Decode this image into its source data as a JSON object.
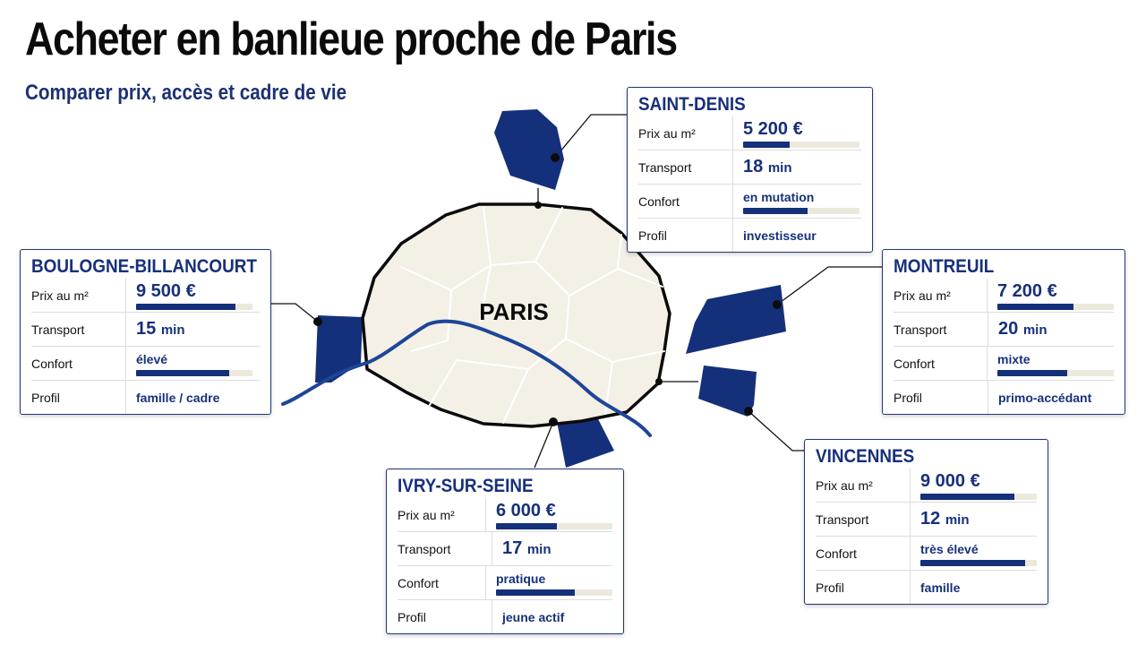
{
  "header": {
    "title": "Acheter en banlieue proche de Paris",
    "subtitle": "Comparer prix, accès et cadre de vie"
  },
  "map": {
    "center_label": "PARIS"
  },
  "colors": {
    "accent": "#15307a",
    "paris_fill": "#f4f0e6",
    "bar_track": "#ede8dc",
    "text_dark": "#0b0b0b"
  },
  "labels": {
    "price": "Prix au m²",
    "transport": "Transport",
    "comfort": "Confort",
    "profile": "Profil"
  },
  "cities": [
    {
      "name": "SAINT-DENIS",
      "price": "5 200 €",
      "price_level": 0.4,
      "transport_value": "18",
      "transport_unit": "min",
      "comfort": "en mutation",
      "comfort_level": 0.55,
      "profile": "investisseur"
    },
    {
      "name": "BOULOGNE-BILLANCOURT",
      "price": "9 500 €",
      "price_level": 0.85,
      "transport_value": "15",
      "transport_unit": "min",
      "comfort": "élevé",
      "comfort_level": 0.8,
      "profile": "famille / cadre"
    },
    {
      "name": "MONTREUIL",
      "price": "7 200 €",
      "price_level": 0.65,
      "transport_value": "20",
      "transport_unit": "min",
      "comfort": "mixte",
      "comfort_level": 0.6,
      "profile": "primo-accédant"
    },
    {
      "name": "IVRY-SUR-SEINE",
      "price": "6 000 €",
      "price_level": 0.52,
      "transport_value": "17",
      "transport_unit": "min",
      "comfort": "pratique",
      "comfort_level": 0.68,
      "profile": "jeune actif"
    },
    {
      "name": "VINCENNES",
      "price": "9 000 €",
      "price_level": 0.81,
      "transport_value": "12",
      "transport_unit": "min",
      "comfort": "très élevé",
      "comfort_level": 0.9,
      "profile": "famille"
    }
  ]
}
